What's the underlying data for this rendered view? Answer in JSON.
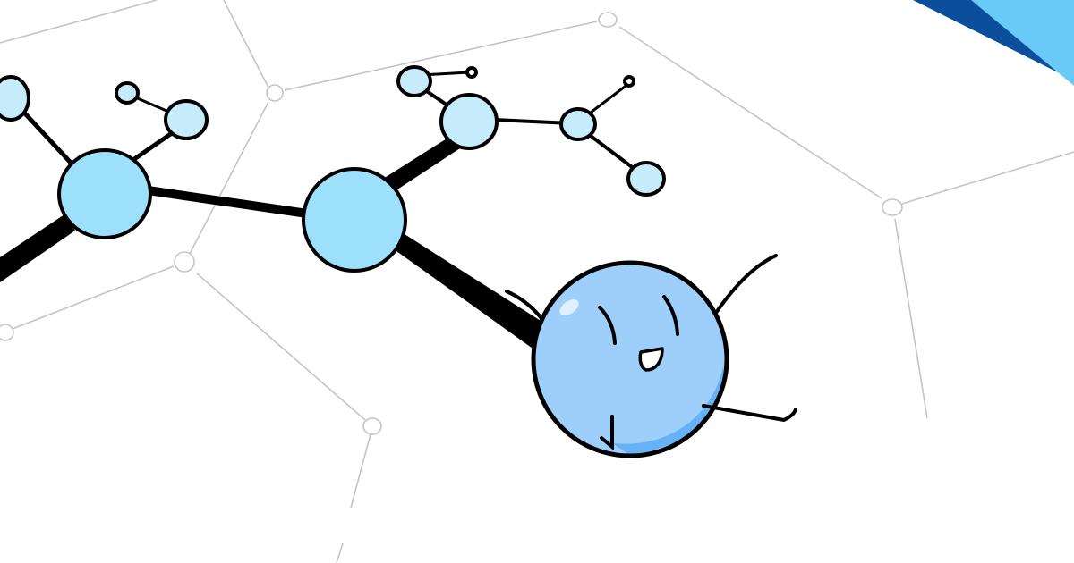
{
  "colors": {
    "background": "#ffffff",
    "network_line": "#c4c4c4",
    "atom_large": "#9de0fc",
    "atom_small": "#c6ecfc",
    "mascot_body": "#9dcffa",
    "mascot_shade": "#66b2f5",
    "mascot_highlight": "#dff1ff",
    "outline": "#000000",
    "corner_dark": "#0b4f9c",
    "corner_light": "#69c9f7"
  },
  "illustration": {
    "background": "faint-network-mesh",
    "molecule": "ball-and-stick-chain",
    "mascot": "smiling-blue-atom-character",
    "corner_accent": "blue-triangle-top-right"
  }
}
